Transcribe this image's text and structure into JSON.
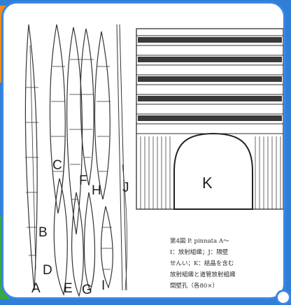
{
  "figure": {
    "labels": {
      "A": "A",
      "B": "B",
      "C": "C",
      "D": "D",
      "E": "E",
      "F": "F",
      "G": "G",
      "H": "H",
      "I": "I",
      "J": "J",
      "K": "K"
    },
    "caption_lines": [
      "第4図  P. pinnata     A〜",
      "I：放射組織；J：隔壁",
      "せんい；K：結晶を含む",
      "放射組織と道管放射組織",
      "間壁孔（各80×）"
    ]
  },
  "colors": {
    "frame": "#3a86e6",
    "background": "#2f7fd6",
    "ink": "#2b2b2b"
  }
}
